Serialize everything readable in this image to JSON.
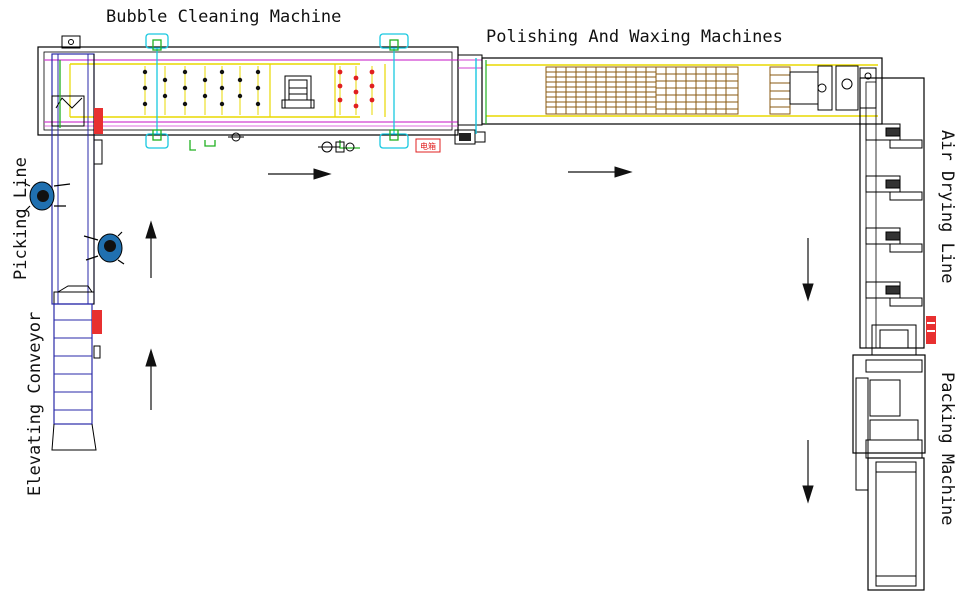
{
  "labels": {
    "bubble": "Bubble Cleaning Machine",
    "polishing": "Polishing And Waxing Machines",
    "picking": "Picking Line",
    "elevating": "Elevating Conveyor",
    "air_drying": "Air Drying Line",
    "packing": "Packing Machine",
    "control_box": "电箱"
  },
  "colors": {
    "outline": "#000000",
    "frame_blue": "#2a2aa8",
    "magenta": "#d040d0",
    "yellow": "#e8d800",
    "cyan": "#18c8e0",
    "green": "#20b020",
    "red": "#e02020",
    "motor_red": "#e83030",
    "roller_brown": "#8a5a10"
  }
}
